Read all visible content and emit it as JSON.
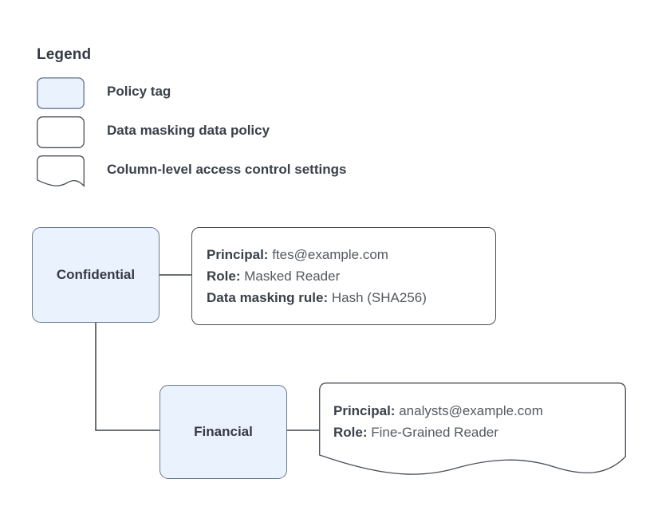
{
  "legend": {
    "title": "Legend",
    "items": [
      {
        "label": "Policy tag",
        "shape": "rounded-rect-filled",
        "fill": "#eaf2fd",
        "stroke": "#6b7a90"
      },
      {
        "label": "Data masking data policy",
        "shape": "rounded-rect",
        "fill": "#ffffff",
        "stroke": "#4a4f59"
      },
      {
        "label": "Column-level access control settings",
        "shape": "document-wavy",
        "fill": "#ffffff",
        "stroke": "#4a4f59"
      }
    ]
  },
  "diagram": {
    "nodes": [
      {
        "id": "confidential",
        "label": "Confidential"
      },
      {
        "id": "financial",
        "label": "Financial"
      }
    ],
    "details": [
      {
        "id": "confidential-detail",
        "shape": "rounded-rect",
        "lines": [
          {
            "label": "Principal:",
            "value": "ftes@example.com"
          },
          {
            "label": "Role:",
            "value": "Masked Reader"
          },
          {
            "label": "Data masking rule:",
            "value": "Hash (SHA256)"
          }
        ]
      },
      {
        "id": "financial-detail",
        "shape": "document-wavy",
        "lines": [
          {
            "label": "Principal:",
            "value": "analysts@example.com"
          },
          {
            "label": "Role:",
            "value": "Fine-Grained Reader"
          }
        ]
      }
    ]
  },
  "colors": {
    "tag_fill": "#eaf2fd",
    "tag_stroke": "#6b7a90",
    "box_stroke": "#4a4f59",
    "text_bold": "#3a4049",
    "text_value": "#55595f",
    "edge": "#3b4049",
    "background": "#ffffff"
  }
}
